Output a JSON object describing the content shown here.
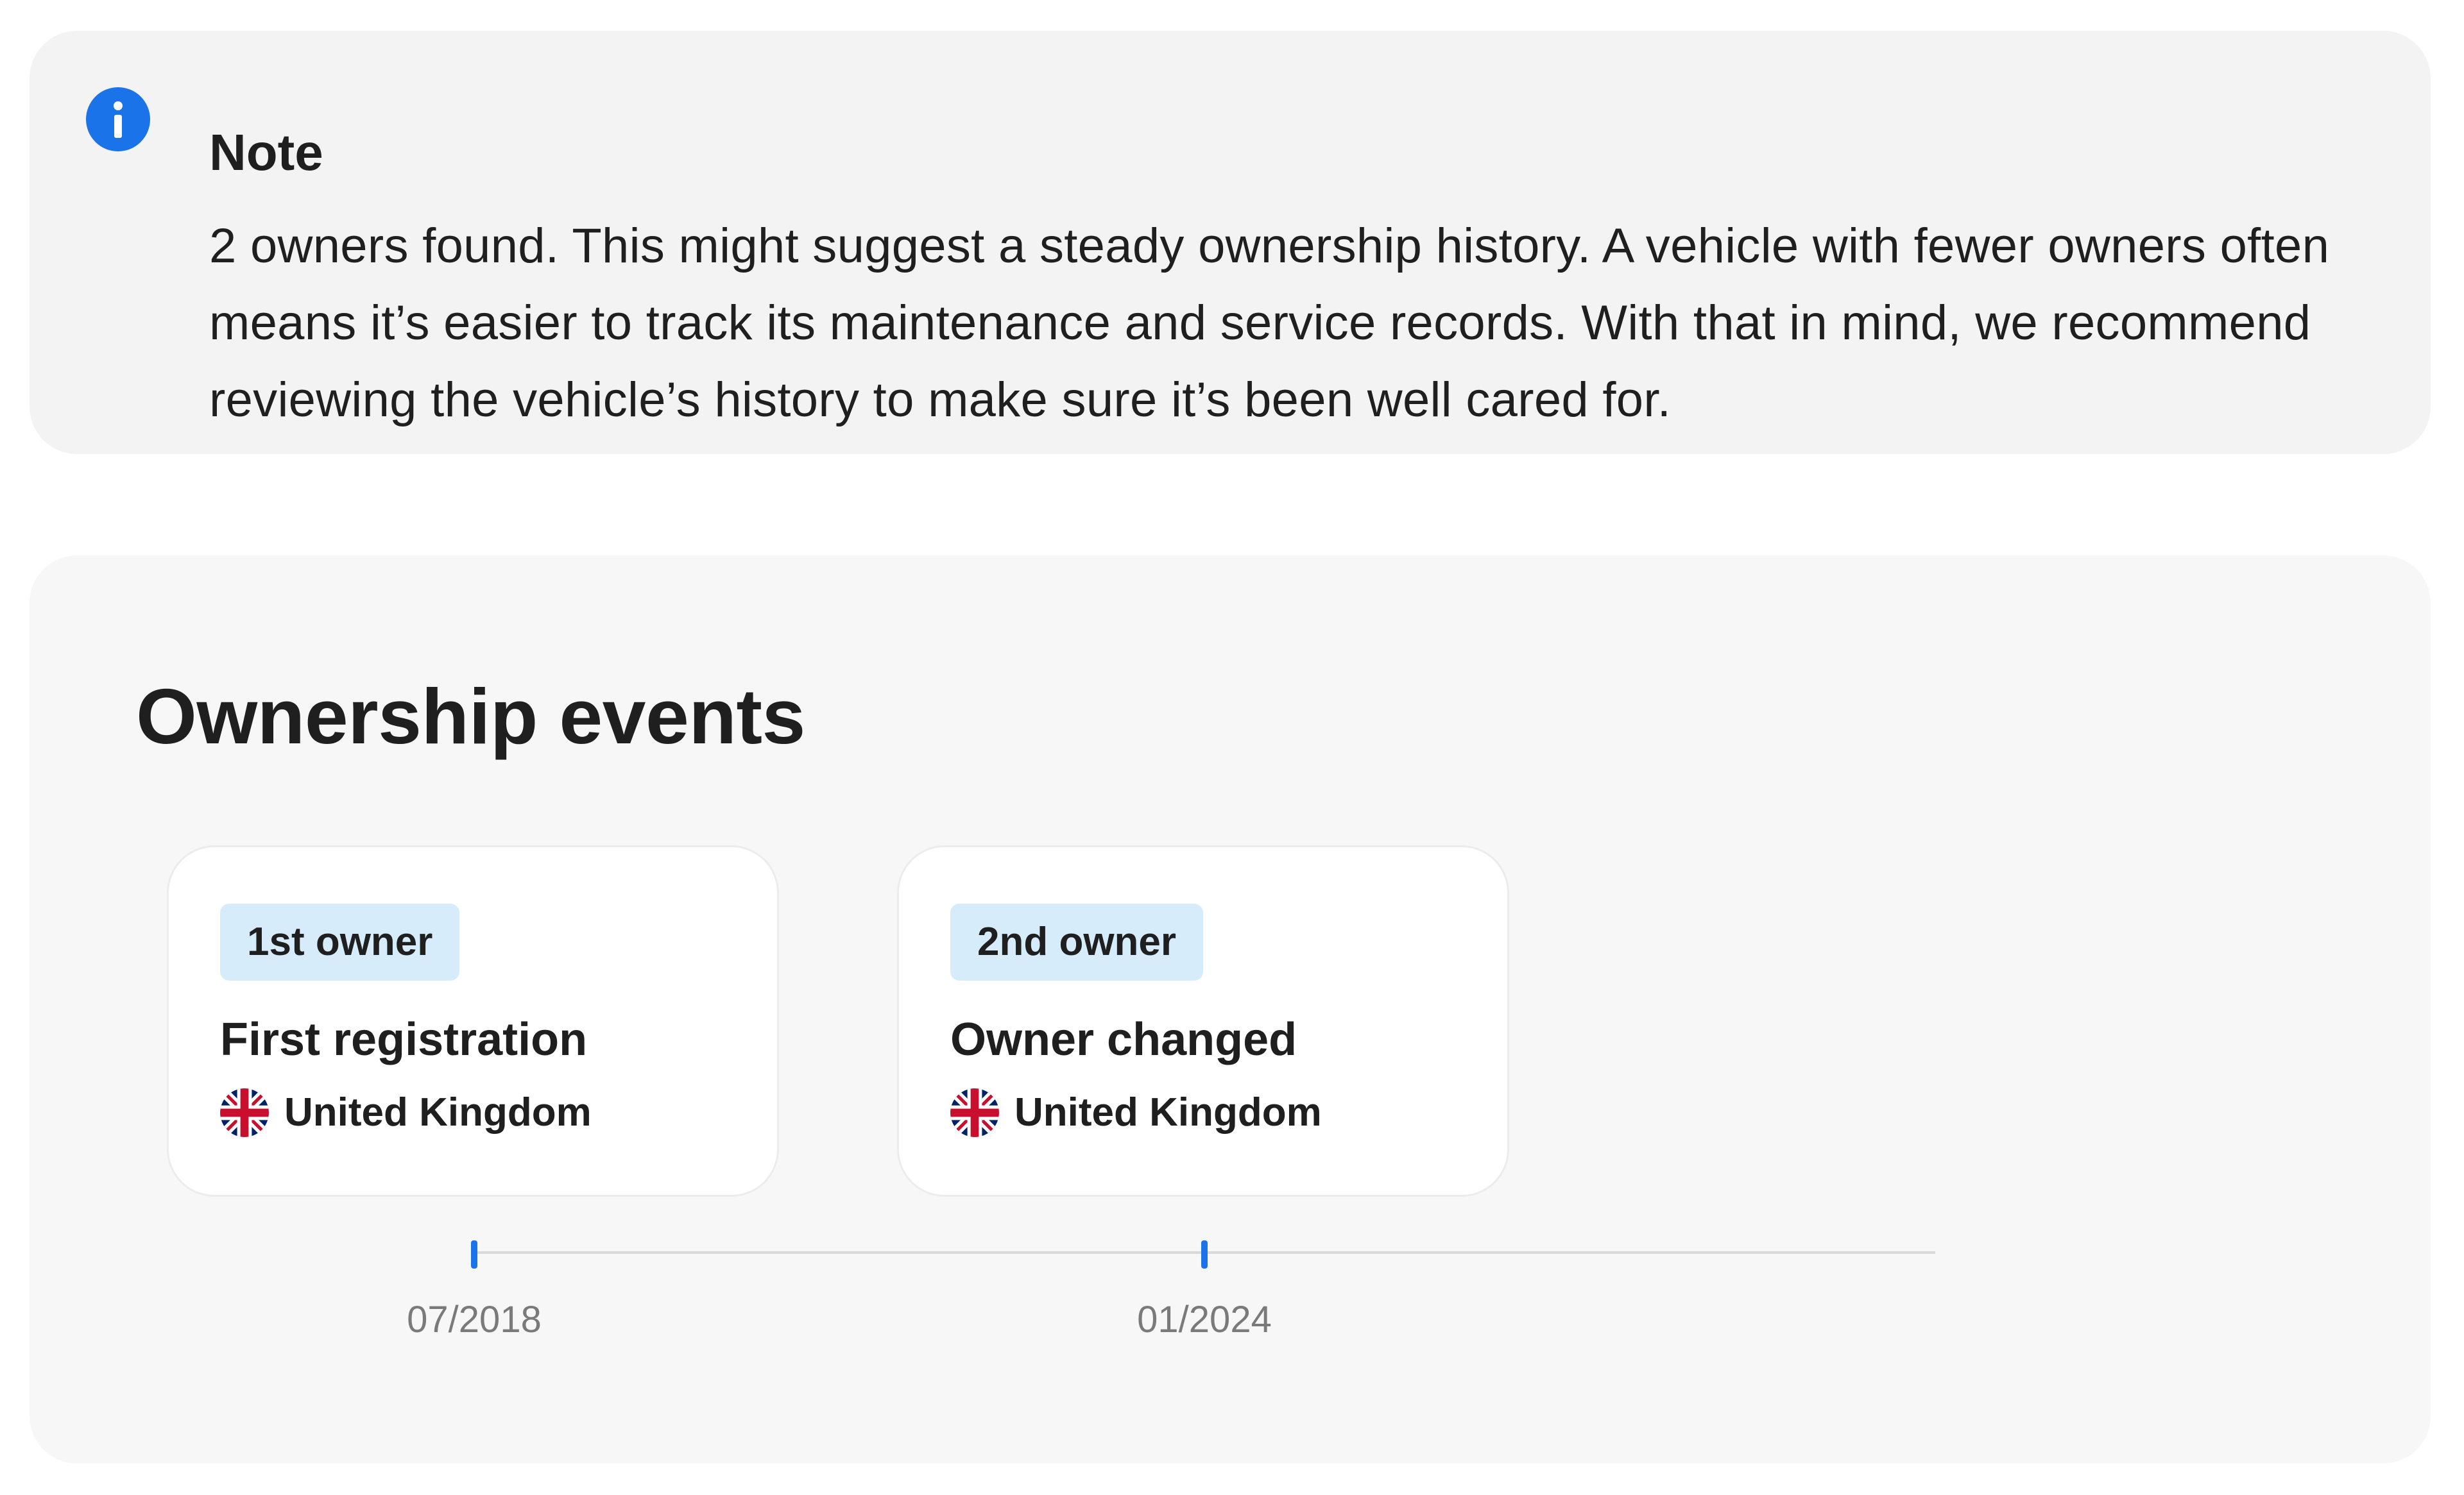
{
  "note": {
    "icon": "info-icon",
    "title": "Note",
    "body": "2 owners found. This might suggest a steady ownership history. A vehicle with fewer owners often means it’s easier to track its maintenance and service records. With that in mind, we recommend reviewing the vehicle’s history to make sure it’s been well cared for.",
    "accent_color": "#1a73e8",
    "background_color": "#f3f3f3"
  },
  "ownership_events": {
    "title": "Ownership events",
    "events": [
      {
        "badge": "1st owner",
        "event": "First registration",
        "country": "United Kingdom",
        "flag_icon": "uk-flag-icon",
        "date": "07/2018"
      },
      {
        "badge": "2nd owner",
        "event": "Owner changed",
        "country": "United Kingdom",
        "flag_icon": "uk-flag-icon",
        "date": "01/2024"
      }
    ],
    "badge_color": "#d6ecfb",
    "timeline_tick_color": "#1a73e8"
  }
}
